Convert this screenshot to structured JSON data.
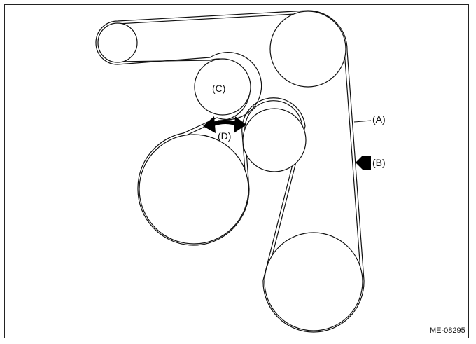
{
  "diagram": {
    "labels": {
      "a": "(A)",
      "b": "(B)",
      "c": "(C)",
      "d": "(D)"
    },
    "figure_code": "ME-08295",
    "stroke_color": "#111111",
    "arrow_color": "#000000"
  }
}
